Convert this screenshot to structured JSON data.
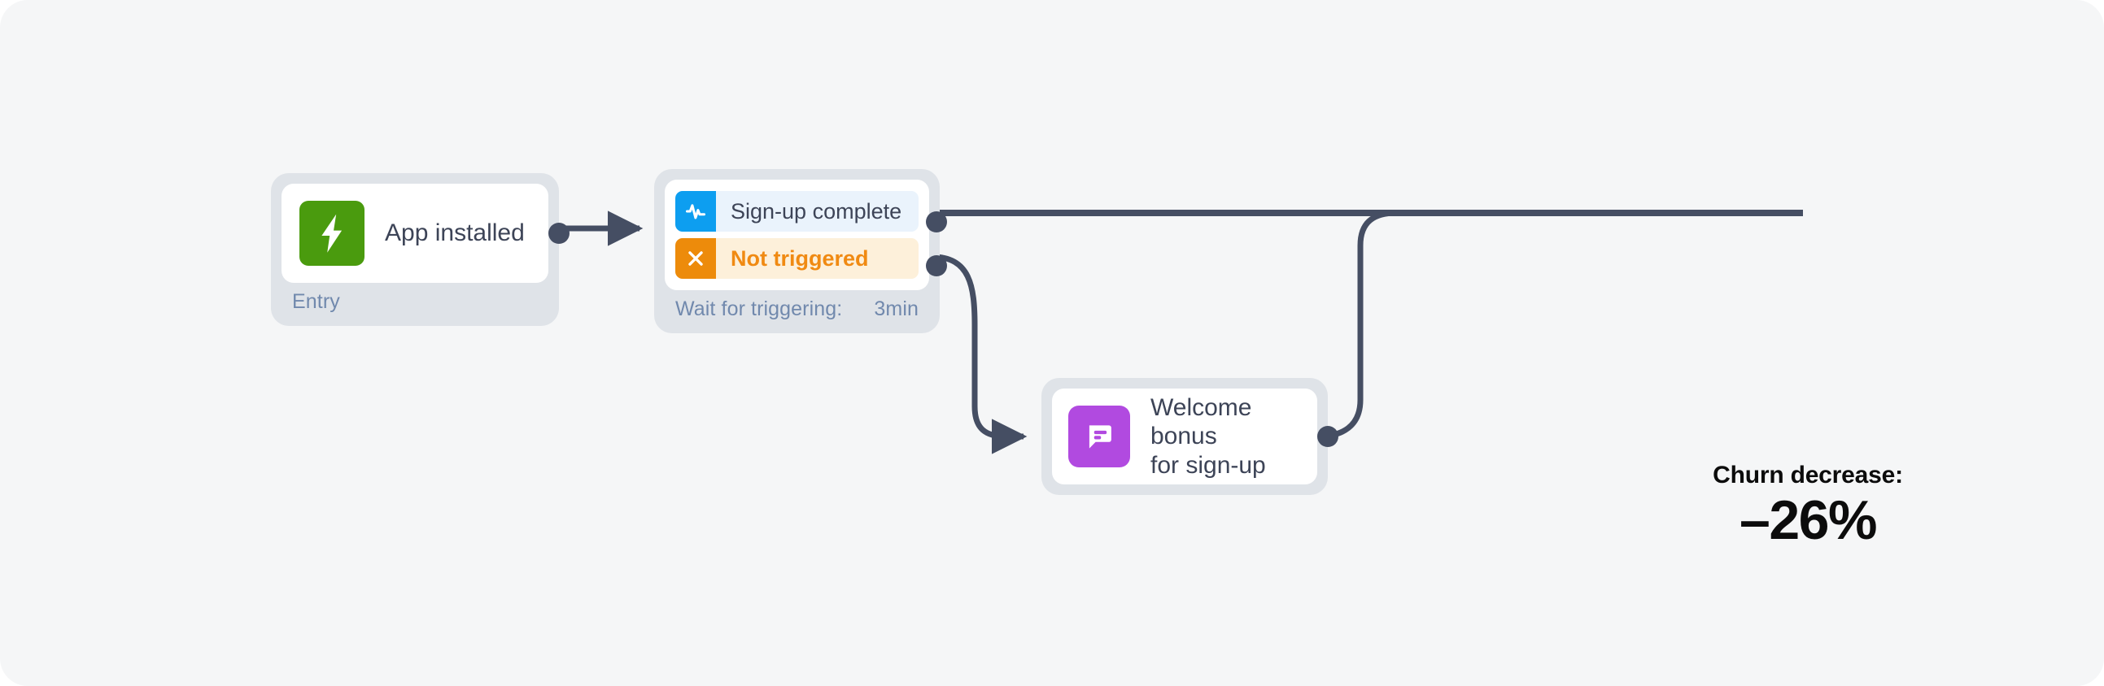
{
  "canvas": {
    "background": "#f5f6f7"
  },
  "theme": {
    "edge_color": "#454e63",
    "shell_color": "#dfe3e8",
    "card_color": "#ffffff",
    "title_color": "#3d4457",
    "muted_color": "#7189ad",
    "green": "#4a9b0e",
    "blue": "#0d9ef0",
    "orange": "#ed8b0b",
    "orange_text": "#f08a12",
    "purple": "#b14ae0",
    "row_blue_bg": "#eaf3fc",
    "row_amber_bg": "#fdf0da"
  },
  "nodes": {
    "app_installed": {
      "title": "App installed",
      "footer_label": "Entry",
      "icon": "lightning-bolt-icon"
    },
    "wait": {
      "branches": [
        {
          "label": "Sign-up complete",
          "icon": "pulse-icon",
          "state": "triggered"
        },
        {
          "label": "Not triggered",
          "icon": "close-x-icon",
          "state": "not-triggered"
        }
      ],
      "footer_label": "Wait for triggering:",
      "footer_value": "3min"
    },
    "welcome": {
      "title_line1": "Welcome bonus",
      "title_line2": "for sign-up",
      "icon": "chat-message-icon"
    }
  },
  "stat": {
    "label": "Churn decrease:",
    "value": "–26%"
  }
}
